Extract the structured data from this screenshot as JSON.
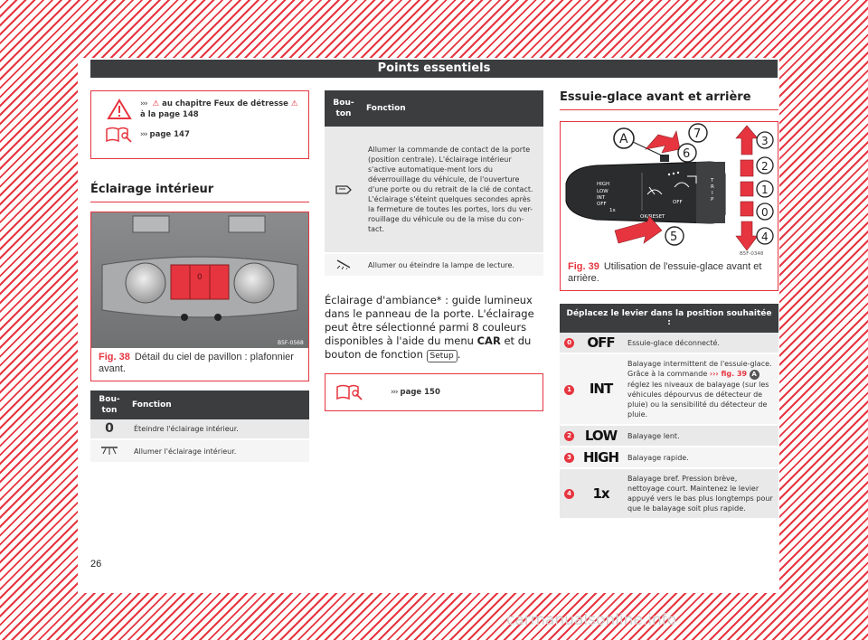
{
  "header": {
    "title": "Points essentiels"
  },
  "note_box": {
    "warning_text_prefix": "au chapitre Feux de détresse",
    "warning_text_suffix": "à la page 148",
    "arrows": "›››",
    "page_ref": "page 147"
  },
  "interior": {
    "title": "Éclairage intérieur",
    "figure": {
      "number": "Fig. 38",
      "caption": "Détail du ciel de pavillon : plafonnier avant.",
      "code": "B5F-0568",
      "button_mid_label": "0"
    },
    "table": {
      "col1": "Bou-ton",
      "col2": "Fonction",
      "rows": [
        {
          "symbol": "0",
          "text": "Éteindre l'éclairage intérieur."
        },
        {
          "symbol": "",
          "text": "Allumer l'éclairage intérieur."
        }
      ]
    }
  },
  "col2_table": {
    "col1": "Bou-ton",
    "col2": "Fonction",
    "rows": [
      {
        "text": "Allumer la commande de contact de la porte (position centrale). L'éclairage intérieur s'active automatique-ment lors du déverrouillage du véhicule, de l'ouverture d'une porte ou du retrait de la clé de contact. L'éclairage s'éteint quelques secondes après la fermeture de toutes les portes, lors du ver-rouillage du véhicule ou de la mise du con-tact."
      },
      {
        "text": "Allumer ou éteindre la lampe de lecture."
      }
    ]
  },
  "ambiance": {
    "text_1": "Éclairage d'ambiance* : guide lumineux dans le panneau de la porte. L'éclairage peut être sélectionné parmi 8 couleurs disponibles à l'aide du menu",
    "menu_symbol": "CAR",
    "text_2": "et du bouton de fonction",
    "setup_key": "Setup",
    "text_3": ".",
    "page_ref": "page 150"
  },
  "wiper": {
    "title": "Essuie-glace avant et arrière",
    "figure": {
      "number": "Fig. 39",
      "caption": "Utilisation de l'essuie-glace avant et arrière.",
      "code": "B5F-0348",
      "labels": [
        "A",
        "7",
        "6",
        "5",
        "3",
        "2",
        "1",
        "0",
        "4"
      ],
      "lever_texts": [
        "HIGH",
        "LOW",
        "INT",
        "OFF",
        "1x",
        "OFF",
        "OK/RESET",
        "T",
        "R",
        "I",
        "P"
      ]
    },
    "table": {
      "header": "Déplacez le levier dans la position souhaitée :",
      "rows": [
        {
          "num": "0",
          "symbol": "OFF",
          "text": "Essuie-glace déconnecté."
        },
        {
          "num": "1",
          "symbol": "INT",
          "text_1": "Balayage intermittent de l'essuie-glace. Grâce à la commande",
          "ref": "fig. 39",
          "ref_letter": "A",
          "text_2": "réglez les niveaux de balayage (sur les véhicules dépourvus de détecteur de pluie) ou la sensibilité du détecteur de pluie."
        },
        {
          "num": "2",
          "symbol": "LOW",
          "text": "Balayage lent."
        },
        {
          "num": "3",
          "symbol": "HIGH",
          "text": "Balayage rapide."
        },
        {
          "num": "4",
          "symbol": "1x",
          "text": "Balayage bref. Pression brève, nettoyage court. Maintenez le levier appuyé vers le bas plus longtemps pour que le balayage soit plus rapide."
        }
      ]
    }
  },
  "footer": {
    "page_number": "26",
    "watermark": "carmanualsonline.info"
  },
  "colors": {
    "accent": "#e6353f",
    "header_bg": "#3b3d3f",
    "row_odd": "#e9e9e9",
    "row_even": "#f5f5f5"
  }
}
